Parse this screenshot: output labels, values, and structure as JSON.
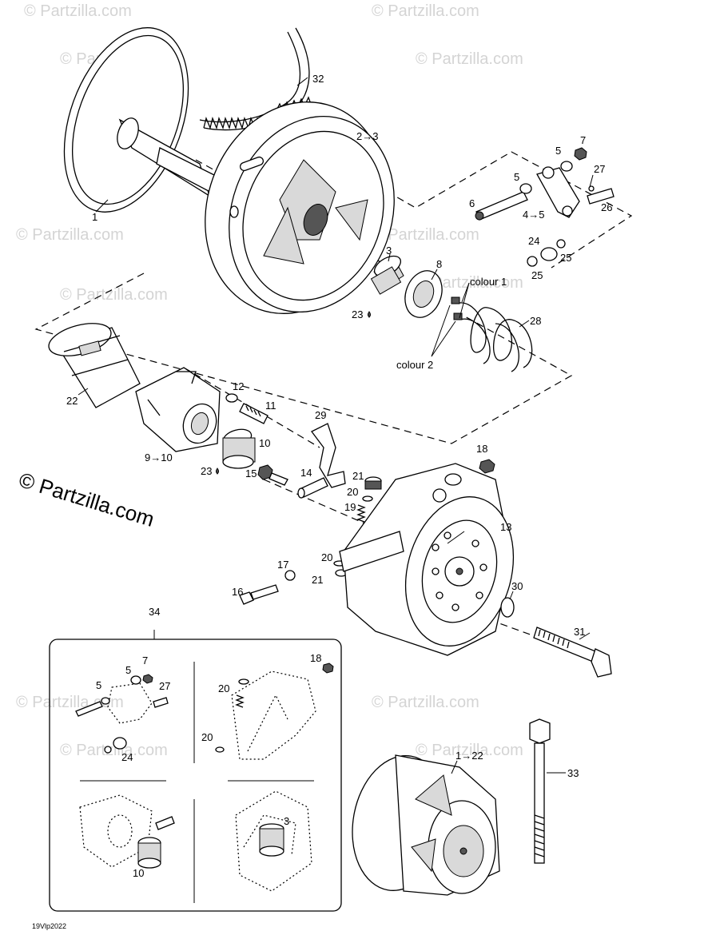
{
  "watermarks": {
    "text": "© Partzilla.com",
    "main": "© Partzilla.com"
  },
  "labels": {
    "p1": "1",
    "p32": "32",
    "p2to3": "2→3",
    "p7a": "7",
    "p5a": "5",
    "p5b": "5",
    "p27a": "27",
    "p6": "6",
    "p4to5": "4→5",
    "p26": "26",
    "p24a": "24",
    "p25a": "25",
    "p25b": "25",
    "p3a": "3",
    "p8": "8",
    "colour1": "colour 1",
    "p23a": "23",
    "p28": "28",
    "colour2": "colour 2",
    "p22": "22",
    "p12": "12",
    "p11": "11",
    "p10a": "10",
    "p9to10": "9→10",
    "p23b": "23",
    "p29": "29",
    "p18a": "18",
    "p15": "15",
    "p14": "14",
    "p21a": "21",
    "p20a": "20",
    "p19": "19",
    "p13": "13",
    "p17": "17",
    "p20b": "20",
    "p16": "16",
    "p21b": "21",
    "p30": "30",
    "p31": "31",
    "p34": "34",
    "p5c": "5",
    "p7b": "7",
    "p5d": "5",
    "p27b": "27",
    "p24b": "24",
    "p18b": "18",
    "p20c": "20",
    "p20d": "20",
    "p10b": "10",
    "p3b": "3",
    "p1to22": "1→22",
    "p33": "33",
    "code": "19Vlp2022"
  }
}
